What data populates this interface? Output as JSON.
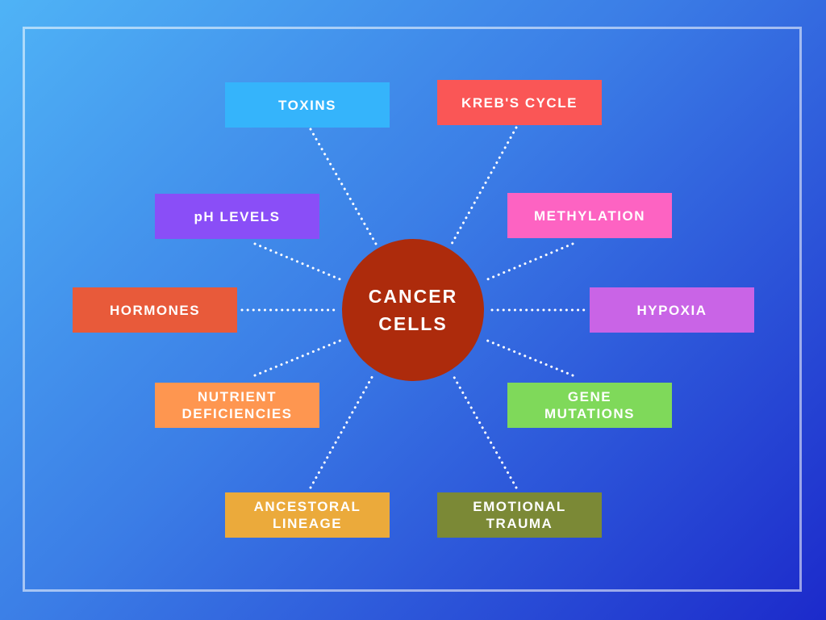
{
  "center": {
    "line1": "CANCER",
    "line2": "CELLS",
    "color": "#ad2b0c"
  },
  "nodes": {
    "toxins": {
      "lines": [
        "TOXINS"
      ],
      "color": "#35b4fb"
    },
    "krebs_cycle": {
      "lines": [
        "KREB'S CYCLE"
      ],
      "color": "#fa5656"
    },
    "ph_levels": {
      "lines": [
        "pH LEVELS"
      ],
      "color": "#8a4ef7"
    },
    "methylation": {
      "lines": [
        "METHYLATION"
      ],
      "color": "#fd63c2"
    },
    "hormones": {
      "lines": [
        "HORMONES"
      ],
      "color": "#e85a3a"
    },
    "hypoxia": {
      "lines": [
        "HYPOXIA"
      ],
      "color": "#c964e6"
    },
    "nutrient_deficiencies": {
      "lines": [
        "NUTRIENT",
        "DEFICIENCIES"
      ],
      "color": "#fe9650"
    },
    "gene_mutations": {
      "lines": [
        "GENE",
        "MUTATIONS"
      ],
      "color": "#7fd95a"
    },
    "ancestoral_lineage": {
      "lines": [
        "ANCESTORAL",
        "LINEAGE"
      ],
      "color": "#ebaa3b"
    },
    "emotional_trauma": {
      "lines": [
        "EMOTIONAL",
        "TRAUMA"
      ],
      "color": "#7b8936"
    }
  },
  "connector_color": "#ffffff"
}
